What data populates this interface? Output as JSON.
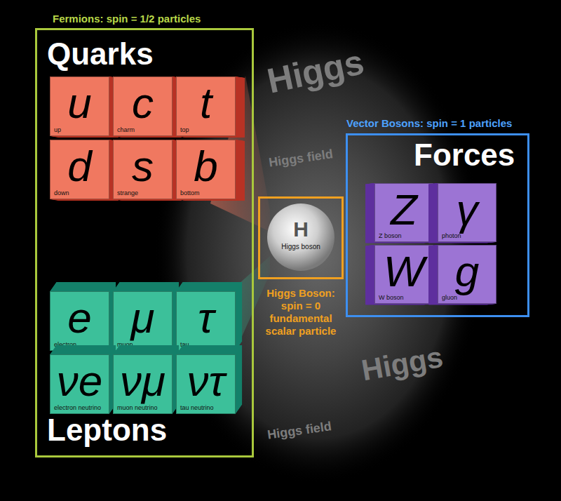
{
  "diagram": {
    "nodes": [
      {
        "text": [
          "Fermions: spin = 1/2 particles",
          "Quarks",
          "Leptons"
        ]
      },
      {
        "text": [
          "u",
          "up"
        ],
        "in": 0
      },
      {
        "text": [
          "c",
          "charm"
        ],
        "in": 0
      },
      {
        "text": [
          "t",
          "top"
        ],
        "in": 0
      },
      {
        "text": [
          "d",
          "down"
        ],
        "in": 0
      },
      {
        "text": [
          "s",
          "strange"
        ],
        "in": 0
      },
      {
        "text": [
          "b",
          "bottom"
        ],
        "in": 0
      },
      {
        "text": [
          "e",
          "electron"
        ],
        "in": 0
      },
      {
        "text": [
          "μ",
          "muon"
        ],
        "in": 0
      },
      {
        "text": [
          "τ",
          "tau"
        ],
        "in": 0
      },
      {
        "text": [
          "νe",
          "electron neutrino"
        ],
        "in": 0
      },
      {
        "text": [
          "νμ",
          "muon neutrino"
        ],
        "in": 0
      },
      {
        "text": [
          "ντ",
          "tau neutrino"
        ],
        "in": 0
      },
      {
        "text": [
          "Higgs Boson: spin = 0 fundamental scalar particle"
        ]
      },
      {
        "text": [
          "H",
          "Higgs boson"
        ],
        "in": 13
      },
      {
        "text": [
          "Vector Bosons: spin = 1 particles",
          "Forces"
        ]
      },
      {
        "text": [
          "Z",
          "Z boson"
        ],
        "in": 15
      },
      {
        "text": [
          "γ",
          "photon"
        ],
        "in": 15
      },
      {
        "text": [
          "W",
          "W boson"
        ],
        "in": 15
      },
      {
        "text": [
          "g",
          "gluon"
        ],
        "in": 15
      }
    ],
    "labels": [
      "Higgs",
      "Higgs field",
      "Higgs",
      "Higgs field"
    ]
  }
}
